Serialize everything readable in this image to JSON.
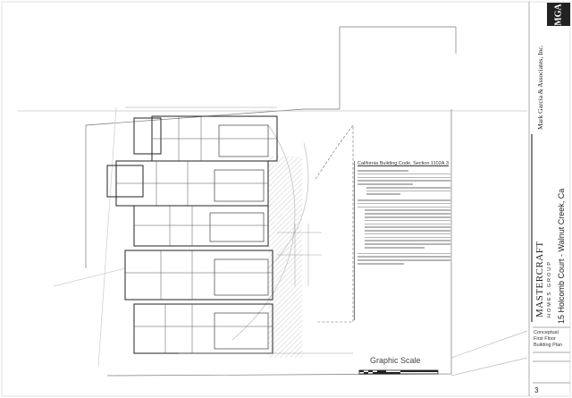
{
  "notes": {
    "title": "California Building Code, Section 1102A.3",
    "paragraph_count": 5
  },
  "scale": {
    "title": "Graphic Scale"
  },
  "title_block": {
    "brand": "MASTERCRAFT",
    "brand_sub": "HOMES GROUP",
    "address": "15 Holcomb Court - Walnut Creek, Ca",
    "firm": "Mark Garcia & Associates, Inc.",
    "logo": "MGA",
    "sheet_title": [
      "Conceptual",
      "First Floor",
      "Building Plan"
    ],
    "sheet_number": "3"
  }
}
